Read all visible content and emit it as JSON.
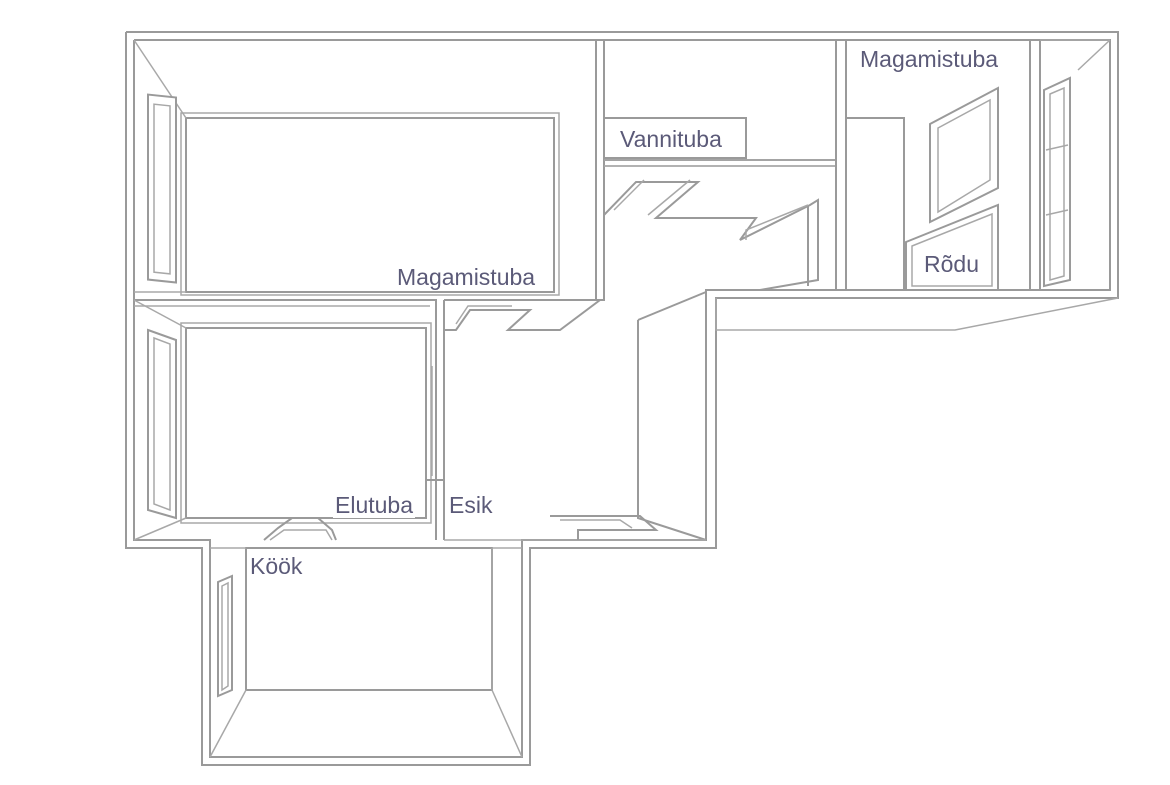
{
  "rooms": {
    "magamistuba_top": "Magamistuba",
    "vannituba": "Vannituba",
    "magamistuba_left": "Magamistuba",
    "rodu": "Rõdu",
    "elutuba": "Elutuba",
    "esik": "Esik",
    "kook": "Köök"
  },
  "colors": {
    "wall": "#9a9a9a",
    "label": "#5b5a78",
    "background": "#ffffff"
  }
}
